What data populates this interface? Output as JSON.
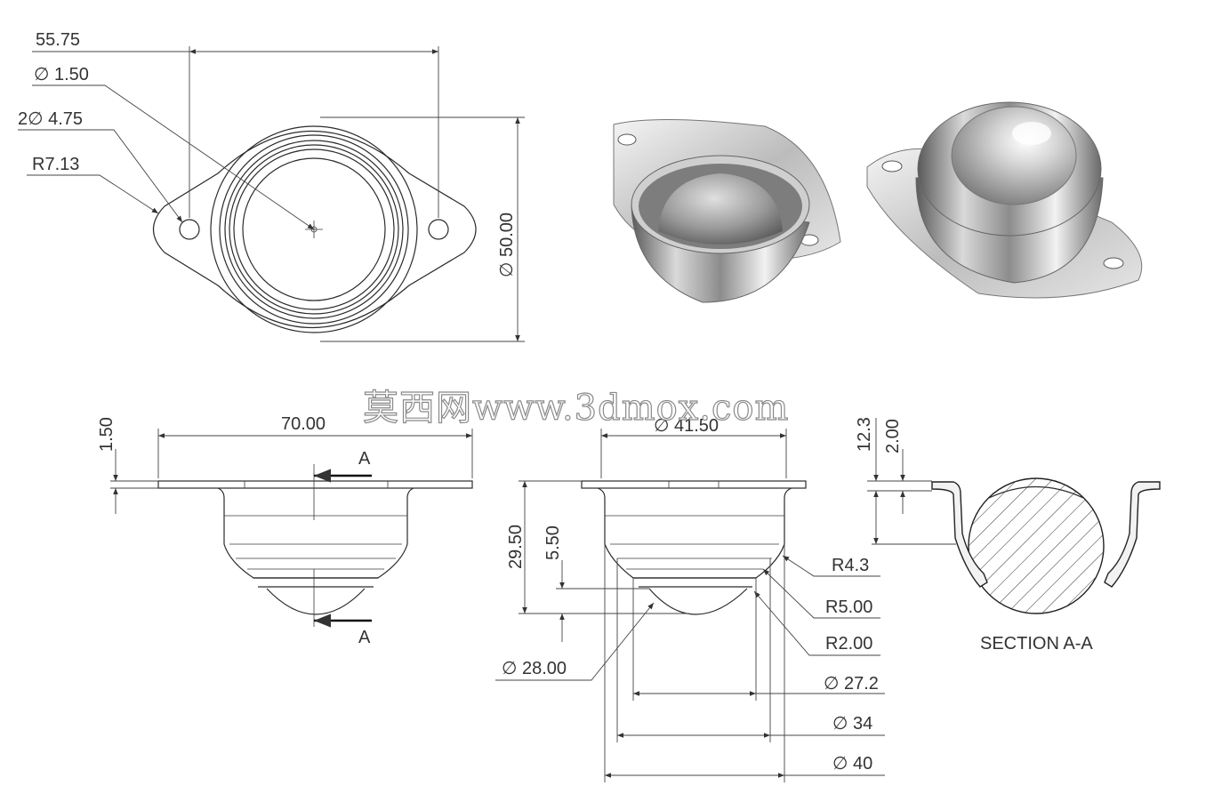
{
  "top_view": {
    "width_55_75": "55.75",
    "dia_1_50": "∅ 1.50",
    "holes_2x_4_75": "2∅ 4.75",
    "radius_7_13": "R7.13",
    "dia_50_00": "∅ 50.00"
  },
  "front_view": {
    "width_70_00": "70.00",
    "flange_1_50": "1.50",
    "section_mark": "A"
  },
  "side_view": {
    "dia_41_50": "∅ 41.50",
    "height_29_50": "29.50",
    "dim_5_50": "5.50",
    "radius_4_3": "R4.3",
    "radius_5_00": "R5.00",
    "radius_2_00": "R2.00",
    "dia_28_00": "∅ 28.00",
    "dia_27_2": "∅ 27.2",
    "dia_34": "∅ 34",
    "dia_40": "∅ 40"
  },
  "section_view": {
    "dim_12_3": "12.3",
    "dim_2_00": "2.00",
    "caption": "SECTION A-A"
  },
  "watermark": "莫西网www.3dmox.com"
}
